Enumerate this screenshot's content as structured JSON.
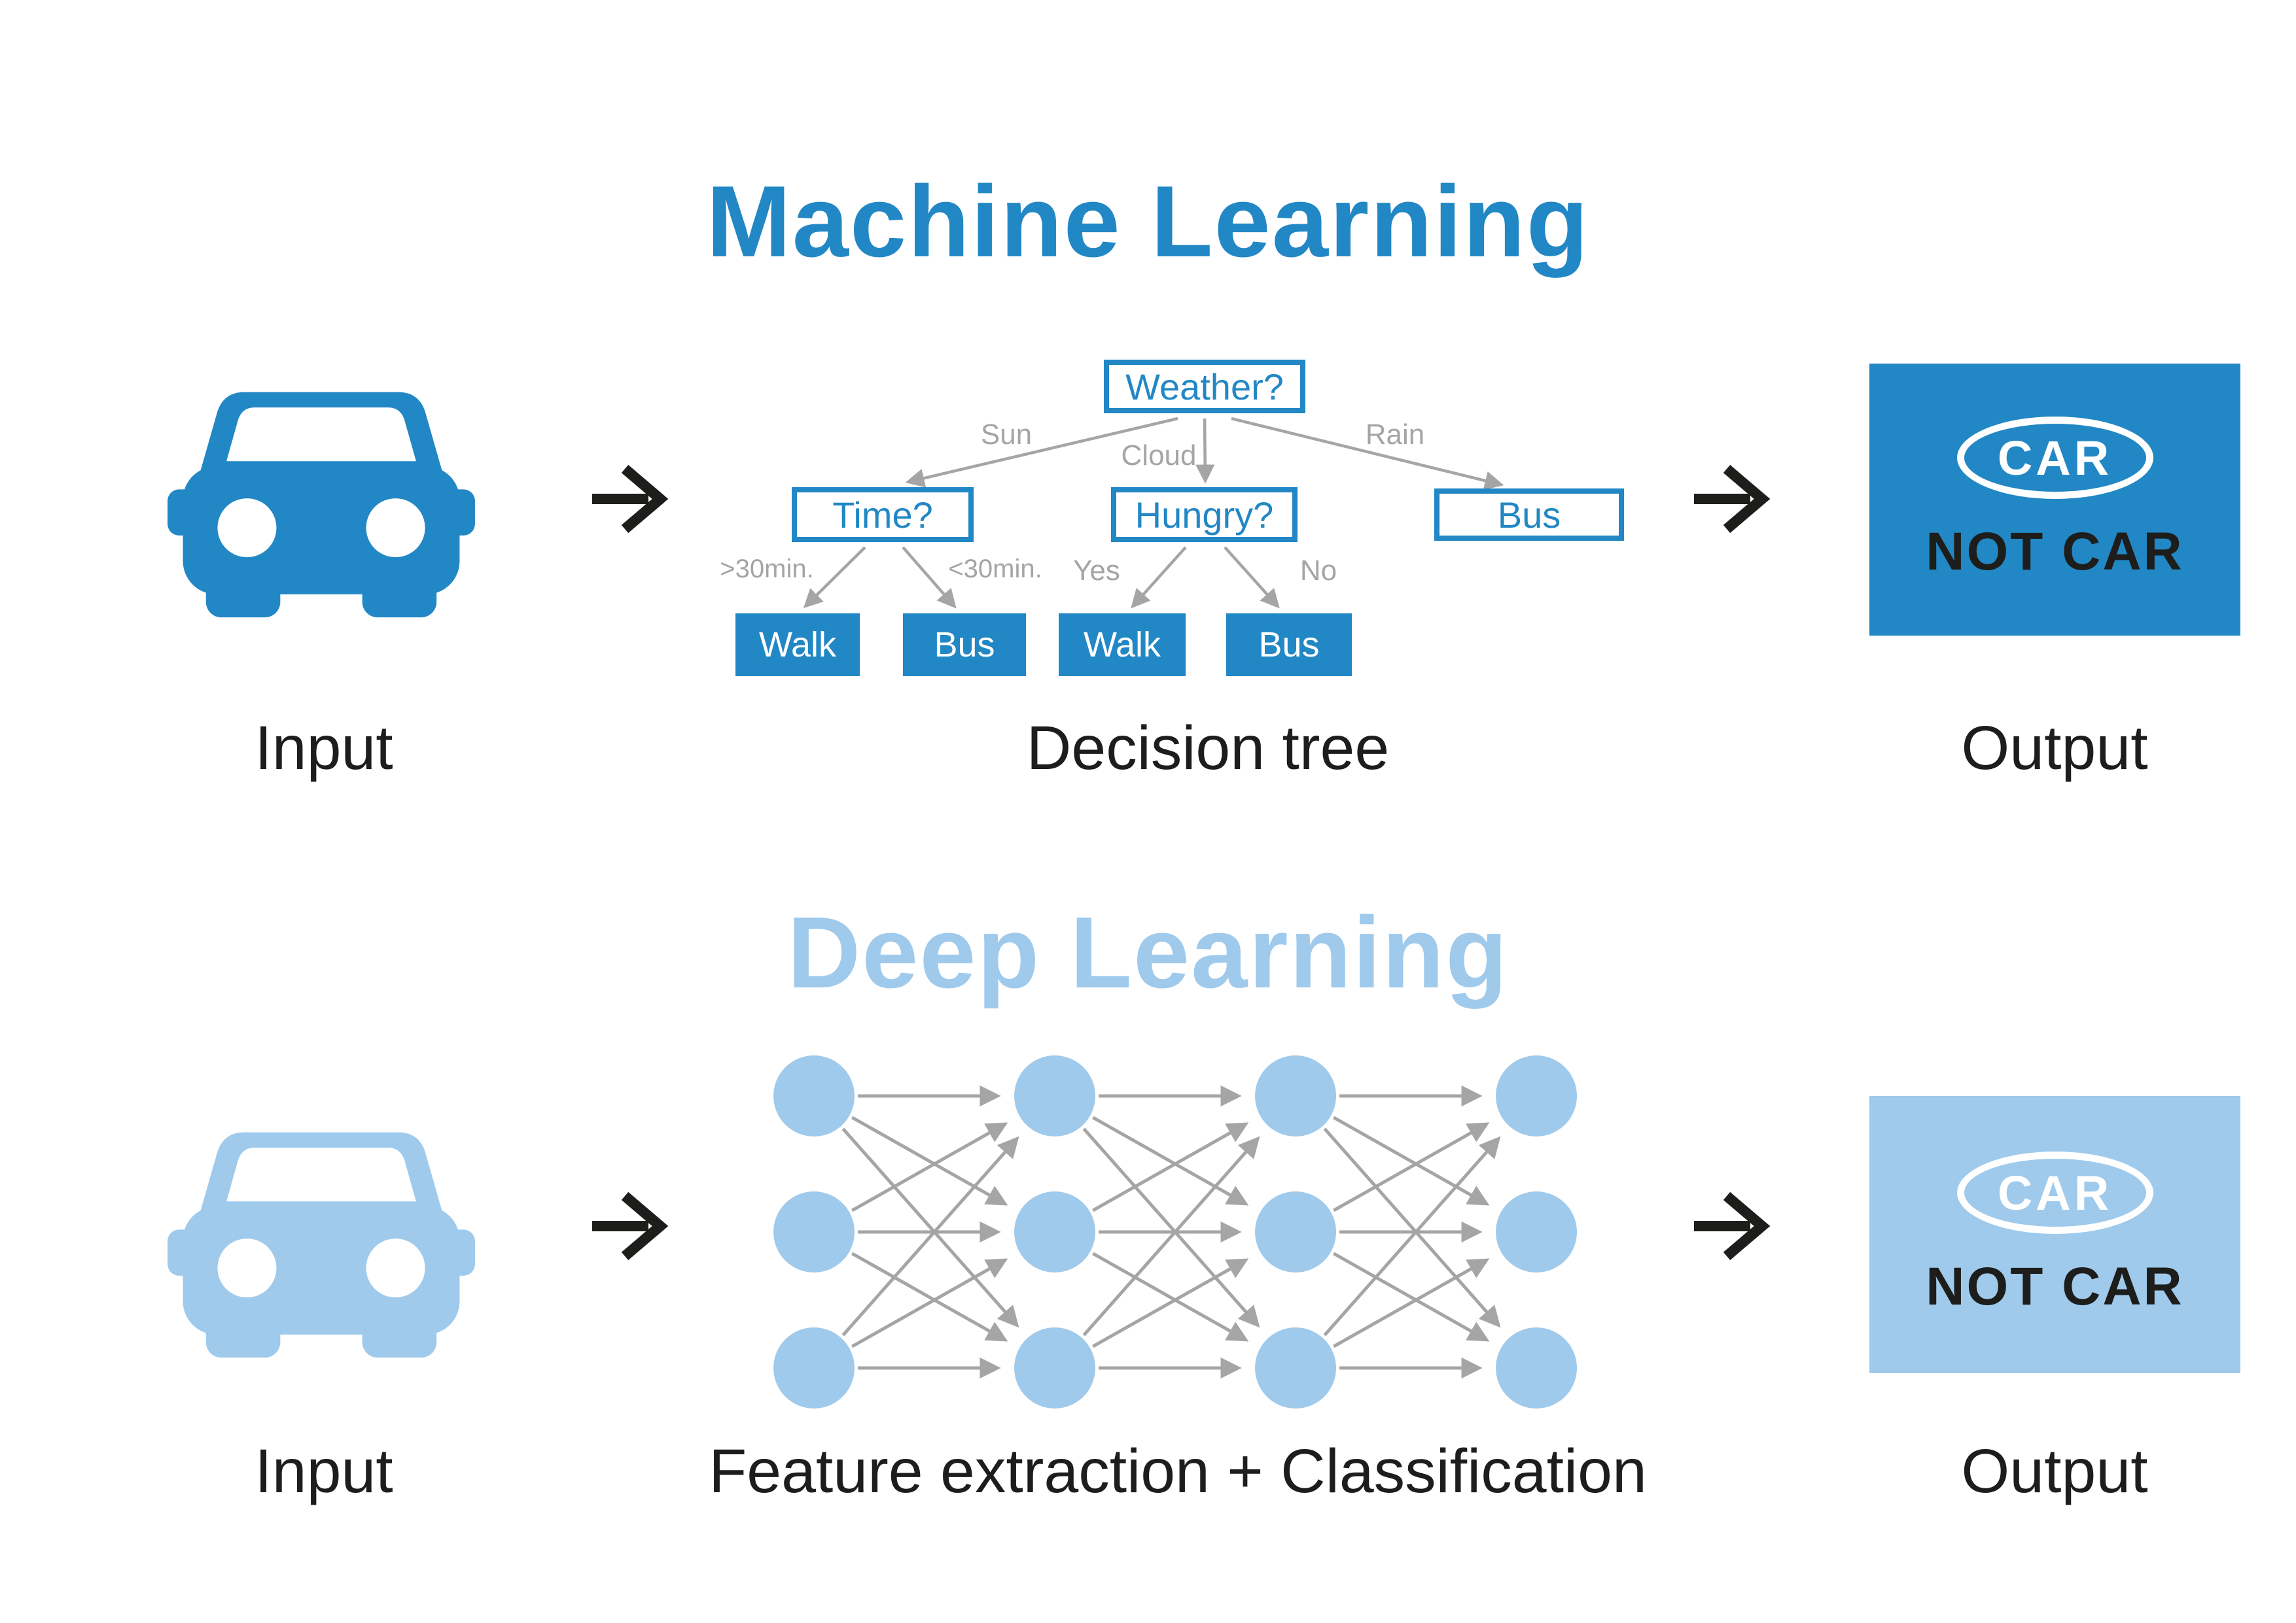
{
  "colors": {
    "ml_blue": "#2287c5",
    "dl_blue": "#9fcaec",
    "gray": "#a5a5a5",
    "dark": "#1d1d1b",
    "white": "#ffffff"
  },
  "icons": {
    "car": "car-front-icon",
    "flow_arrow": "right-arrow-icon"
  },
  "ml": {
    "title": "Machine Learning",
    "input_label": "Input",
    "tree": {
      "root": "Weather?",
      "branch_labels": [
        "Sun",
        "Cloud",
        "Rain"
      ],
      "level2": [
        "Time?",
        "Hungry?",
        "Bus"
      ],
      "leaf_labels": [
        ">30min.",
        "<30min.",
        "Yes",
        "No"
      ],
      "leaves": [
        "Walk",
        "Bus",
        "Walk",
        "Bus"
      ],
      "caption": "Decision tree"
    },
    "output": {
      "badge": "CAR",
      "text": "NOT CAR",
      "label": "Output"
    }
  },
  "dl": {
    "title": "Deep Learning",
    "input_label": "Input",
    "network": {
      "layers": [
        3,
        3,
        3,
        3
      ]
    },
    "caption": "Feature extraction + Classification",
    "output": {
      "badge": "CAR",
      "text": "NOT CAR",
      "label": "Output"
    }
  }
}
